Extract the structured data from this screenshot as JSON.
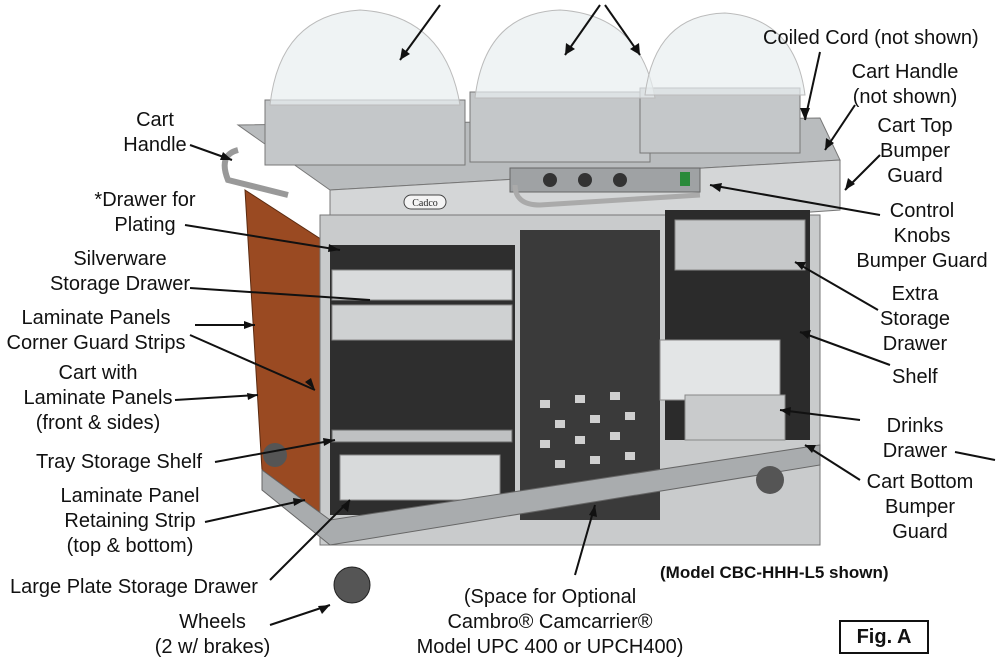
{
  "labels": {
    "coiled_cord": "Coiled Cord (not shown)",
    "cart_handle_right_1": "Cart Handle",
    "cart_handle_right_2": "(not shown)",
    "cart_top_bumper_1": "Cart Top",
    "cart_top_bumper_2": "Bumper",
    "cart_top_bumper_3": "Guard",
    "control_knobs_1": "Control",
    "control_knobs_2": "Knobs",
    "control_knobs_3": "Bumper Guard",
    "extra_storage_1": "Extra",
    "extra_storage_2": "Storage",
    "extra_storage_3": "Drawer",
    "shelf": "Shelf",
    "drinks_drawer_1": "Drinks",
    "drinks_drawer_2": "Drawer",
    "cart_bottom_bumper_1": "Cart Bottom",
    "cart_bottom_bumper_2": "Bumper",
    "cart_bottom_bumper_3": "Guard",
    "cart_handle_left_1": "Cart",
    "cart_handle_left_2": "Handle",
    "drawer_plating_1": "*Drawer for",
    "drawer_plating_2": "Plating",
    "silverware_1": "Silverware",
    "silverware_2": "Storage Drawer",
    "laminate_panels_1": "Laminate Panels",
    "laminate_panels_2": "Corner Guard Strips",
    "cart_laminate_1": "Cart with",
    "cart_laminate_2": "Laminate Panels",
    "cart_laminate_3": "(front & sides)",
    "tray_storage": "Tray Storage Shelf",
    "retaining_strip_1": "Laminate Panel",
    "retaining_strip_2": "Retaining Strip",
    "retaining_strip_3": "(top & bottom)",
    "large_plate": "Large Plate Storage Drawer",
    "wheels_1": "Wheels",
    "wheels_2": "(2 w/ brakes)",
    "space_1": "(Space for Optional",
    "space_2": "Cambro® Camcarrier®",
    "space_3": "Model UPC 400 or UPCH400)"
  },
  "model_note": "(Model CBC-HHH-L5 shown)",
  "figure_label": "Fig. A",
  "brand_badge": "Cadco",
  "colors": {
    "steel": "#c9cbcc",
    "steel_dark": "#8e9193",
    "laminate": "#9a4a22",
    "interior": "#2a2a2a",
    "dome": "#e8eef0"
  }
}
